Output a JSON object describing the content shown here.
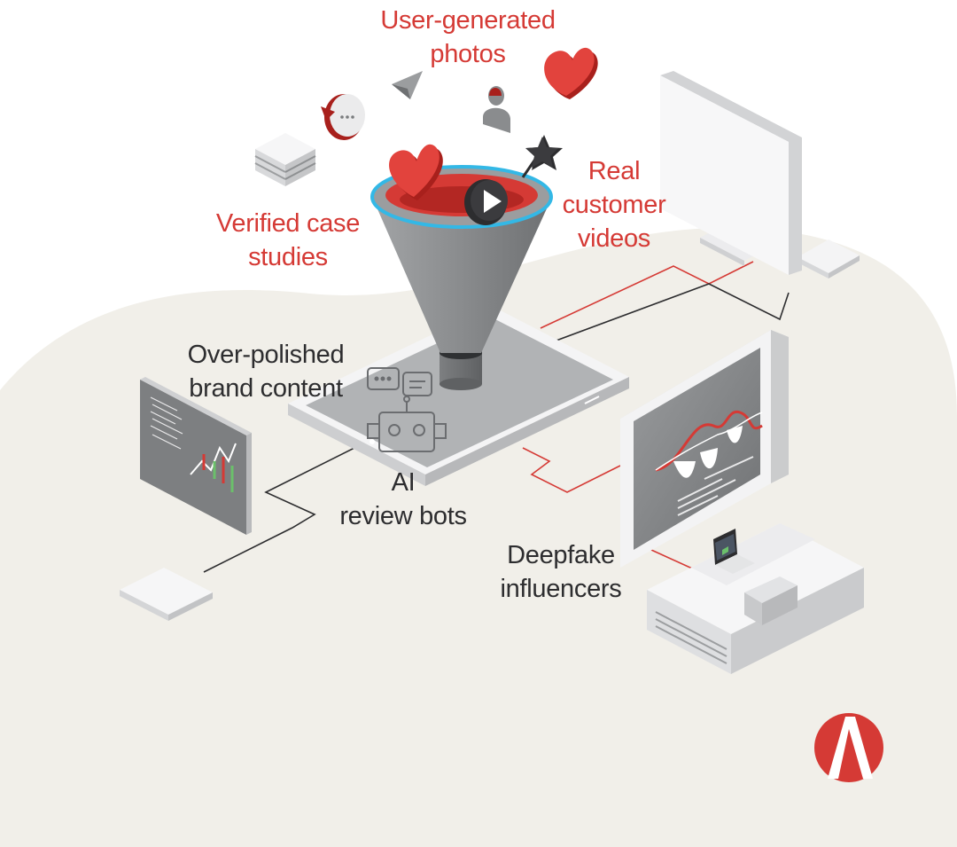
{
  "labels": {
    "user_photos": [
      "User-generated",
      "photos"
    ],
    "verified": [
      "Verified case",
      "studies"
    ],
    "real_videos": [
      "Real",
      "customer",
      "videos"
    ],
    "over_polished": [
      "Over-polished",
      "brand content"
    ],
    "ai_bots": [
      "AI",
      "review bots"
    ],
    "deepfake": [
      "Deepfake",
      "influencers"
    ]
  },
  "colors": {
    "positive": "#d53a35",
    "negative": "#2d2d2f",
    "funnel_gray": "#8a8c8e",
    "rim_blue": "#33b8e6",
    "background": "#f1efe9"
  },
  "icons": [
    "heart-icon",
    "chat-bubble-icon",
    "paper-plane-icon",
    "user-icon",
    "star-icon",
    "play-icon",
    "robot-icon",
    "logo-icon"
  ]
}
